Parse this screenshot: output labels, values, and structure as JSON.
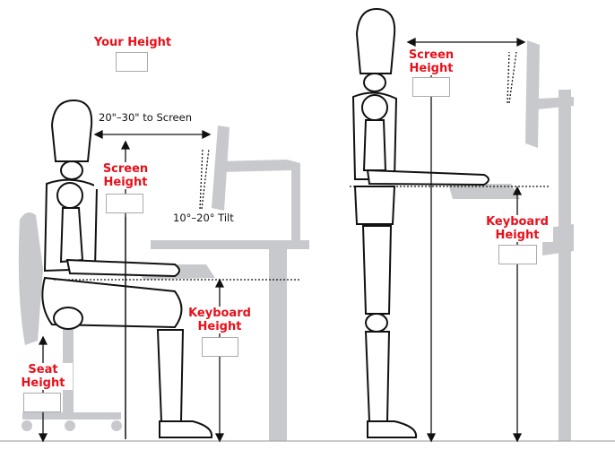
{
  "labels": {
    "your_height": "Your Height",
    "sitting_screen_height": [
      "Screen",
      "Height"
    ],
    "sitting_keyboard_height": [
      "Keyboard",
      "Height"
    ],
    "seat_height": [
      "Seat",
      "Height"
    ],
    "standing_screen_height": [
      "Screen",
      "Height"
    ],
    "standing_keyboard_height": [
      "Keyboard",
      "Height"
    ]
  },
  "notes": {
    "distance": "20\"–30\" to Screen",
    "tilt": "10°–20° Tilt"
  },
  "colors": {
    "label": "#e8101a",
    "furniture": "#c8c9cc",
    "outline": "#111111"
  }
}
